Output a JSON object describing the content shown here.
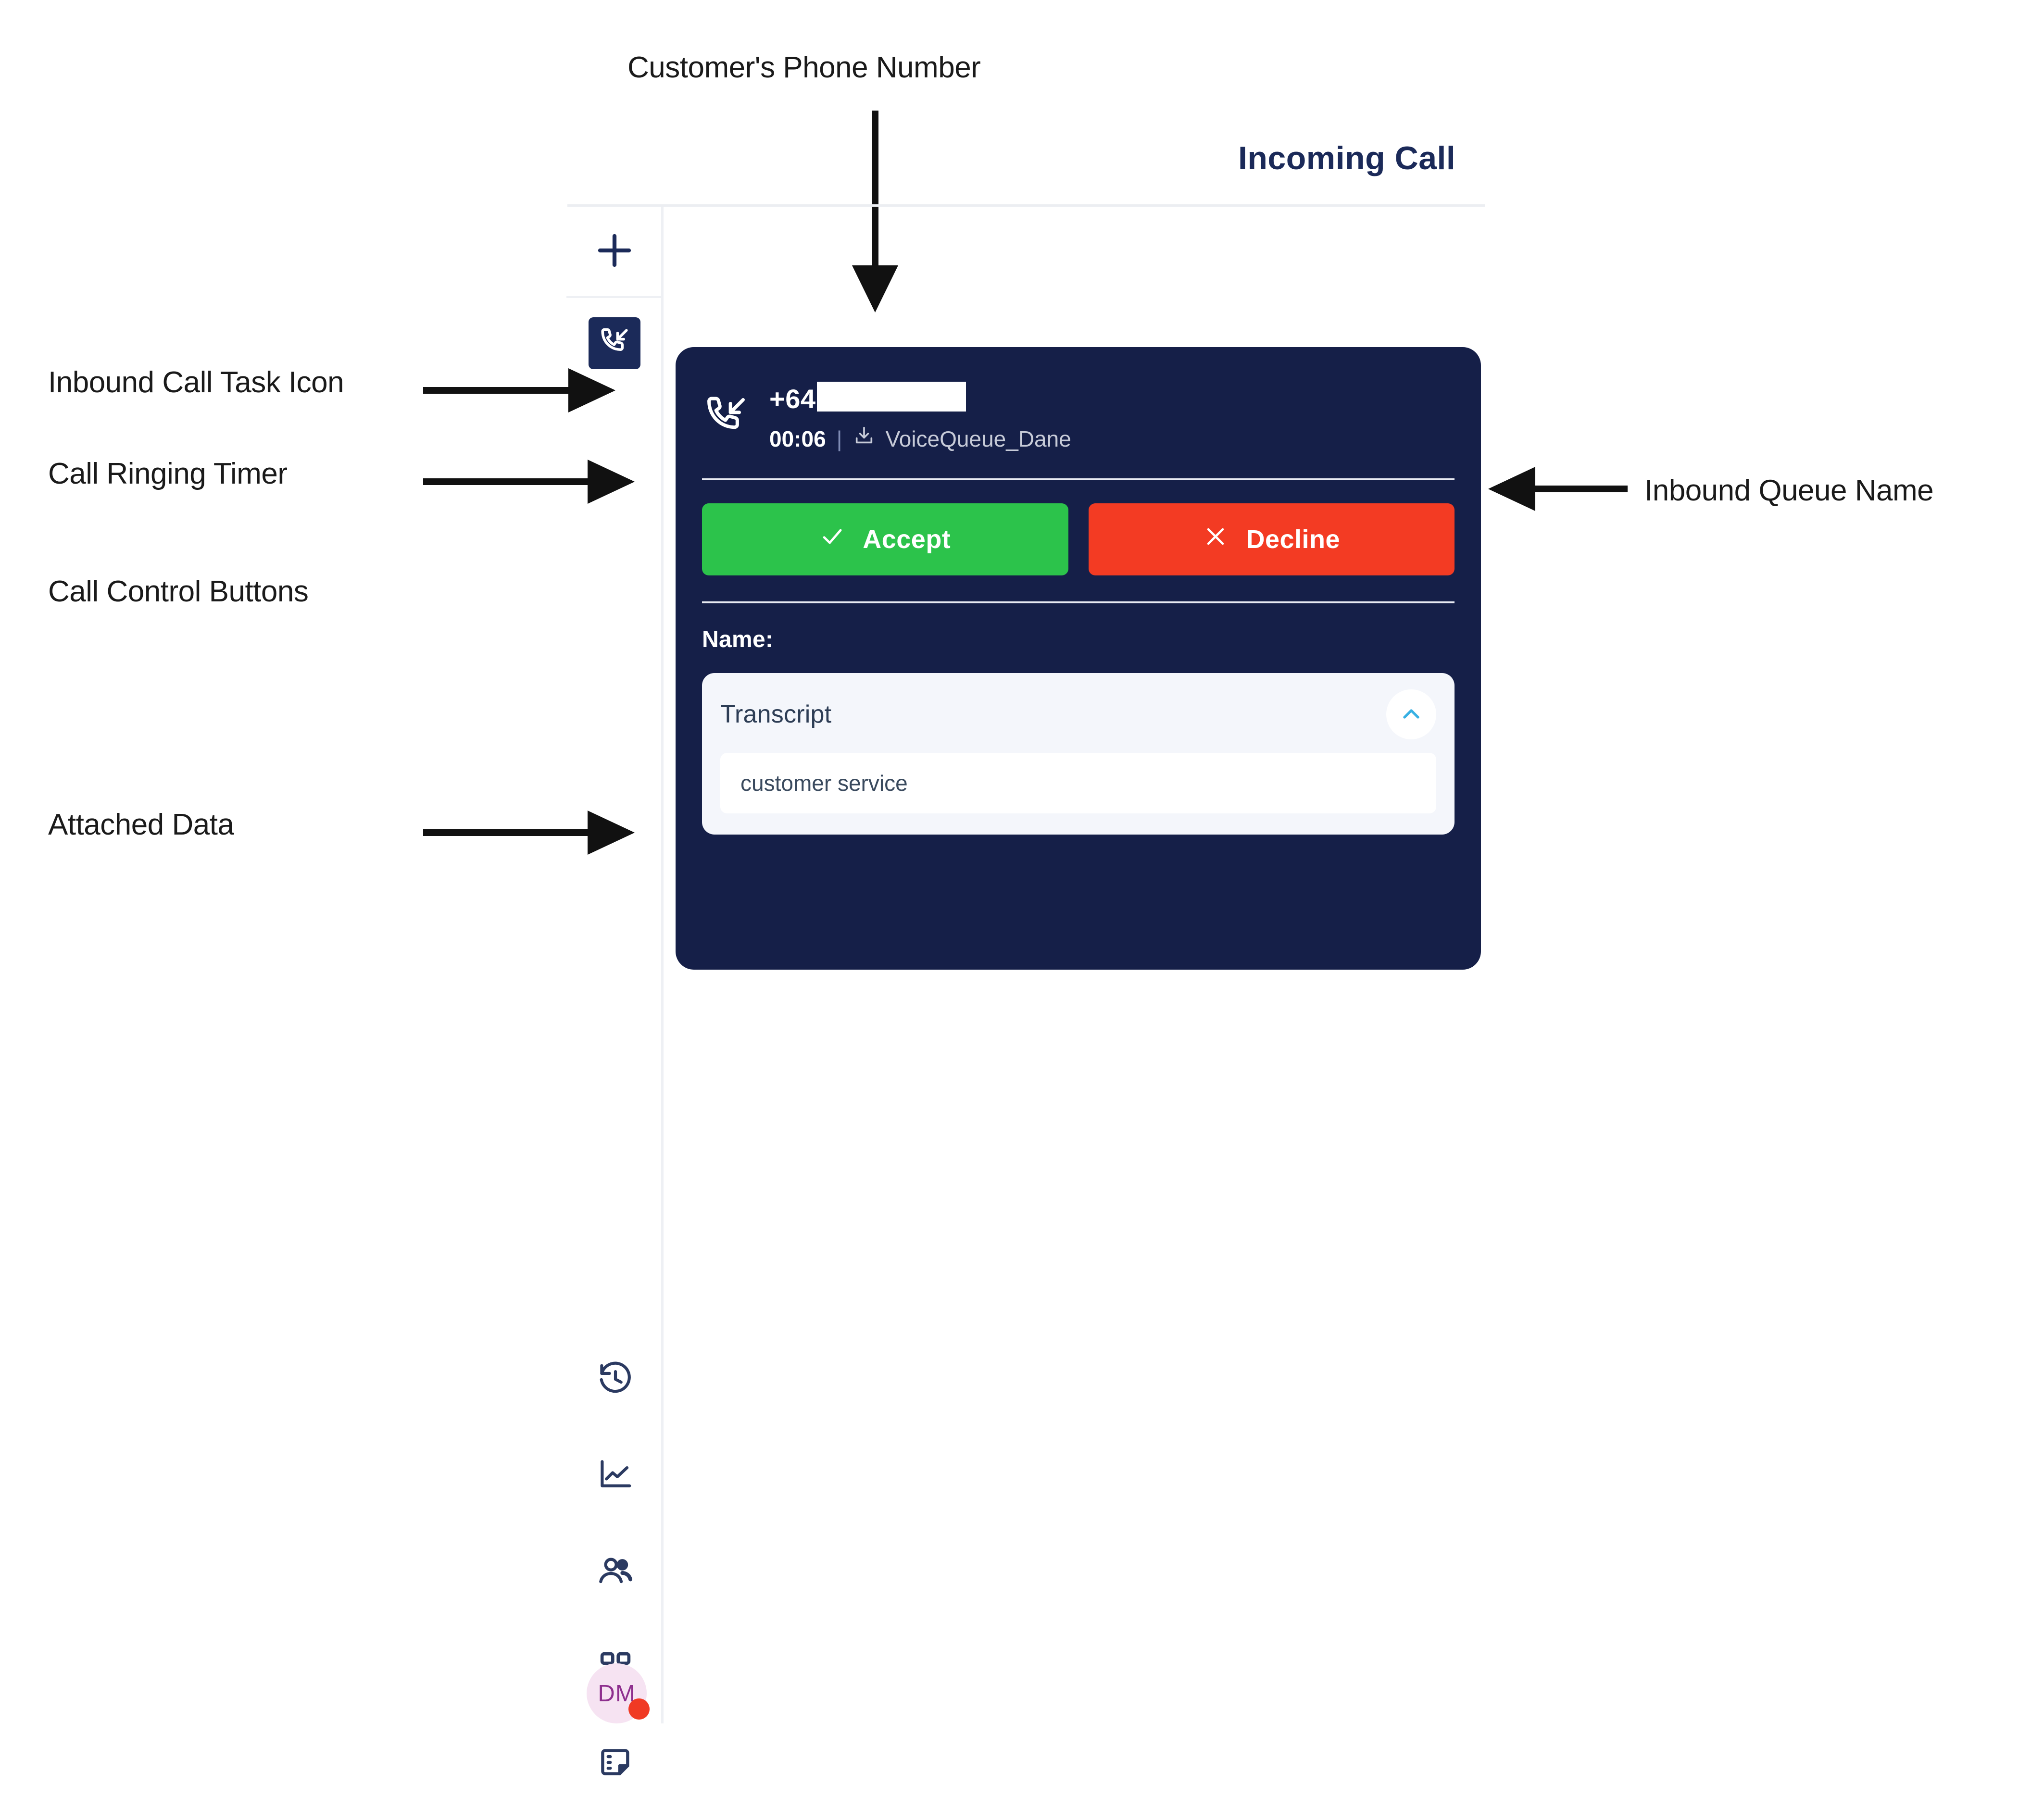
{
  "annotations": [
    {
      "id": "customers-phone-number",
      "label": "Customer's Phone Number"
    },
    {
      "id": "inbound-call-task-icon",
      "label": "Inbound Call Task Icon"
    },
    {
      "id": "call-ringing-timer",
      "label": "Call Ringing Timer"
    },
    {
      "id": "call-control-buttons",
      "label": "Call Control Buttons"
    },
    {
      "id": "attached-data",
      "label": "Attached Data"
    },
    {
      "id": "inbound-queue-name",
      "label": "Inbound Queue Name"
    }
  ],
  "header": {
    "title": "Incoming Call"
  },
  "rail": {
    "add_label": "+",
    "icons": [
      {
        "name": "inbound-call-task-icon",
        "label": "Inbound call task"
      },
      {
        "name": "history-icon",
        "label": "History"
      },
      {
        "name": "line-chart-icon",
        "label": "Insights"
      },
      {
        "name": "contacts-icon",
        "label": "Contacts"
      },
      {
        "name": "apps-grid-icon",
        "label": "Apps"
      },
      {
        "name": "notes-icon",
        "label": "Notes"
      }
    ],
    "avatar": {
      "initials": "DM",
      "status_color": "#f03a24"
    }
  },
  "call_card": {
    "phone_number_prefix": "+64",
    "phone_number_redacted": true,
    "timer": "00:06",
    "separator": "|",
    "queue_name": "VoiceQueue_Dane",
    "buttons": {
      "accept": "Accept",
      "decline": "Decline"
    },
    "name_label": "Name:",
    "attached_data": {
      "title": "Transcript",
      "value": "customer service",
      "expanded": true
    }
  },
  "colors": {
    "card_background": "#151f48",
    "accept_green": "#2cc34b",
    "decline_red": "#f33b23",
    "brand_navy": "#1b2a59",
    "chevron_blue": "#37b0e3",
    "avatar_background": "#f6e3f2",
    "avatar_text": "#8e2f8e"
  }
}
